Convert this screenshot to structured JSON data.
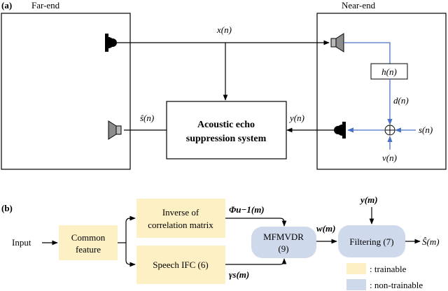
{
  "colors": {
    "trainable": "#fdf0c4",
    "non_trainable": "#cfd9ec",
    "signal_blue": "#4a72c4",
    "line": "#000000"
  },
  "panel_a": {
    "tag": "(a)",
    "far_end_label": "Far-end",
    "near_end_label": "Near-end",
    "x_label": "x(n)",
    "h_label": "h(n)",
    "d_label": "d(n)",
    "y_label": "y(n)",
    "s_hat_label": "ŝ(n)",
    "s_label": "s(n)",
    "v_label": "v(n)",
    "aes_line1": "Acoustic echo",
    "aes_line2": "suppression system",
    "icons": [
      "microphone-icon",
      "loudspeaker-icon",
      "summation-icon"
    ]
  },
  "panel_b": {
    "tag": "(b)",
    "input_label": "Input",
    "common_line1": "Common",
    "common_line2": "feature",
    "inverse_line1": "Inverse of",
    "inverse_line2": "correlation matrix",
    "speech_ifc": "Speech IFC (6)",
    "mfmvdr_line1": "MFMVDR",
    "mfmvdr_line2": "(9)",
    "filtering": "Filtering (7)",
    "phi_label": "Φu−1(m)",
    "gamma_label": "γs(m)",
    "w_label": "w(m)",
    "ym_label": "y(m)",
    "shat_m_label": "Ŝ(m)",
    "legend_trainable": ": trainable",
    "legend_non_trainable": ": non-trainable"
  }
}
